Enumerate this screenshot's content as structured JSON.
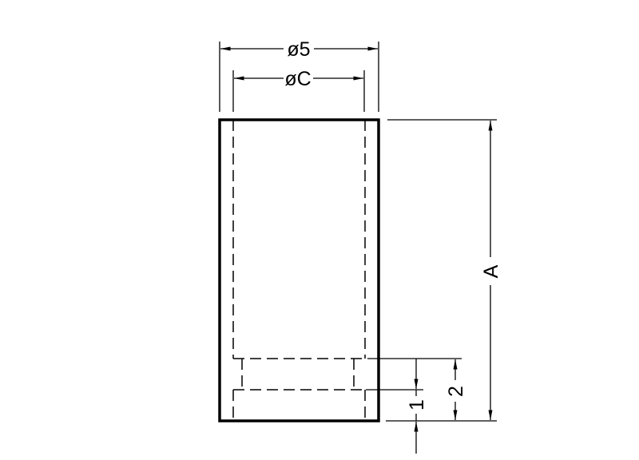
{
  "drawing": {
    "dimensions": {
      "outer_diameter": "ø5",
      "inner_diameter": "øC",
      "length": "A",
      "counterbore_depth": "2",
      "step_depth": "1"
    },
    "colors": {
      "line": "#000000",
      "background": "#ffffff"
    }
  }
}
